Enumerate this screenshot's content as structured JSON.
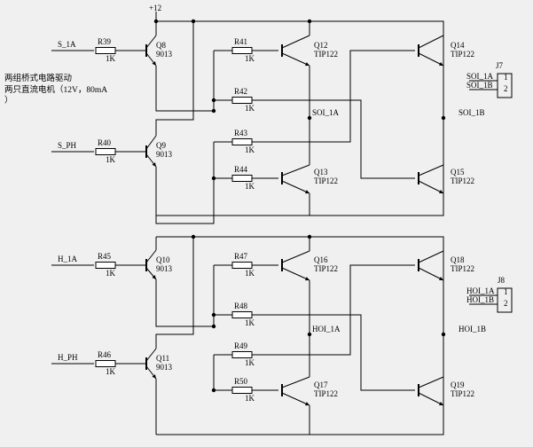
{
  "supply": "+12",
  "note": {
    "line1": "两组桥式电路驱动",
    "line2": "两只直流电机（12V，80mA",
    "line3": "）"
  },
  "inputs": [
    "S_1A",
    "S_PH",
    "H_1A",
    "H_PH"
  ],
  "input_resistors": [
    {
      "ref": "R39",
      "value": "1K"
    },
    {
      "ref": "R40",
      "value": "1K"
    },
    {
      "ref": "R45",
      "value": "1K"
    },
    {
      "ref": "R46",
      "value": "1K"
    }
  ],
  "small_transistors": [
    {
      "ref": "Q8",
      "part": "9013"
    },
    {
      "ref": "Q9",
      "part": "9013"
    },
    {
      "ref": "Q10",
      "part": "9013"
    },
    {
      "ref": "Q11",
      "part": "9013"
    }
  ],
  "bridge_resistors": [
    {
      "ref": "R41",
      "value": "1K"
    },
    {
      "ref": "R42",
      "value": "1K"
    },
    {
      "ref": "R43",
      "value": "1K"
    },
    {
      "ref": "R44",
      "value": "1K"
    },
    {
      "ref": "R47",
      "value": "1K"
    },
    {
      "ref": "R48",
      "value": "1K"
    },
    {
      "ref": "R49",
      "value": "1K"
    },
    {
      "ref": "R50",
      "value": "1K"
    }
  ],
  "power_transistors": [
    {
      "ref": "Q12",
      "part": "TIP122"
    },
    {
      "ref": "Q13",
      "part": "TIP122"
    },
    {
      "ref": "Q14",
      "part": "TIP122"
    },
    {
      "ref": "Q15",
      "part": "TIP122"
    },
    {
      "ref": "Q16",
      "part": "TIP122"
    },
    {
      "ref": "Q17",
      "part": "TIP122"
    },
    {
      "ref": "Q18",
      "part": "TIP122"
    },
    {
      "ref": "Q19",
      "part": "TIP122"
    }
  ],
  "nets": [
    "SOI_1A",
    "SOI_1B",
    "HOI_1A",
    "HOI_1B"
  ],
  "connectors": [
    {
      "ref": "J7",
      "pins": [
        "SOI_1A",
        "SOI_1B"
      ],
      "pin_numbers": [
        "1",
        "2"
      ]
    },
    {
      "ref": "J8",
      "pins": [
        "HOI_1A",
        "HOI_1B"
      ],
      "pin_numbers": [
        "1",
        "2"
      ]
    }
  ]
}
